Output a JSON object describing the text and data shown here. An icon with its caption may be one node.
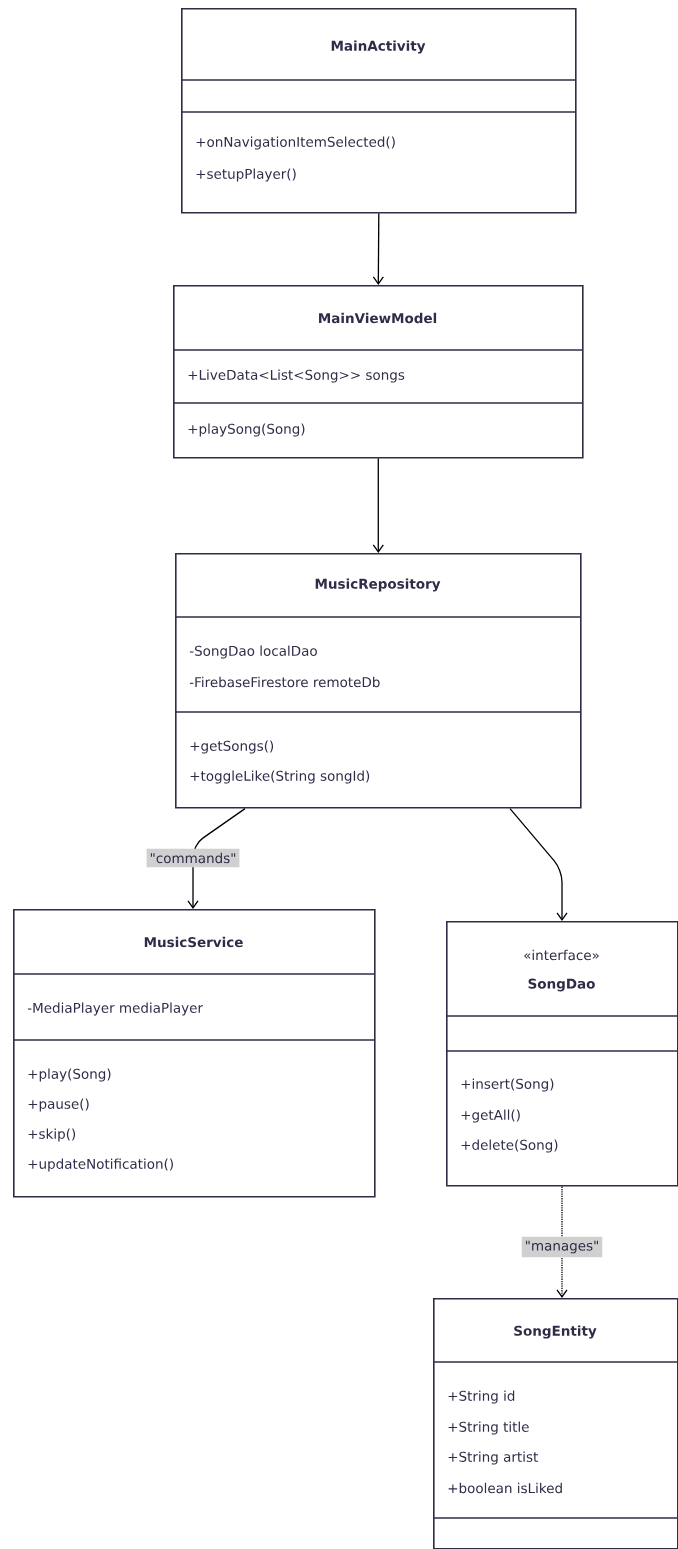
{
  "diagram": {
    "nodes": [
      {
        "text": [
          "MainActivity",
          "+onNavigationItemSelected()",
          "+setupPlayer()"
        ]
      },
      {
        "text": [
          "MainViewModel",
          "+LiveData<List<Song>> songs",
          "+playSong(Song)"
        ]
      },
      {
        "text": [
          "MusicRepository",
          "-SongDao localDao",
          "-FirebaseFirestore remoteDb",
          "+getSongs()",
          "+toggleLike(String songId)"
        ]
      },
      {
        "text": [
          "MusicService",
          "-MediaPlayer mediaPlayer",
          "+play(Song)",
          "+pause()",
          "+skip()",
          "+updateNotification()"
        ]
      },
      {
        "text": [
          "«interface»",
          "SongDao",
          "+insert(Song)",
          "+getAll()",
          "+delete(Song)"
        ]
      },
      {
        "text": [
          "SongEntity",
          "+String id",
          "+String title",
          "+String artist",
          "+boolean isLiked"
        ]
      }
    ],
    "edges": [
      {
        "from": 0,
        "to": 1,
        "arrow": "to"
      },
      {
        "from": 1,
        "to": 2,
        "arrow": "to"
      },
      {
        "from": 2,
        "to": 3,
        "arrow": "to",
        "label": "\"commands\""
      },
      {
        "from": 2,
        "to": 4,
        "arrow": "to"
      },
      {
        "from": 4,
        "to": 5,
        "arrow": "to",
        "label": "\"manages\"",
        "style": "dashed"
      }
    ]
  }
}
